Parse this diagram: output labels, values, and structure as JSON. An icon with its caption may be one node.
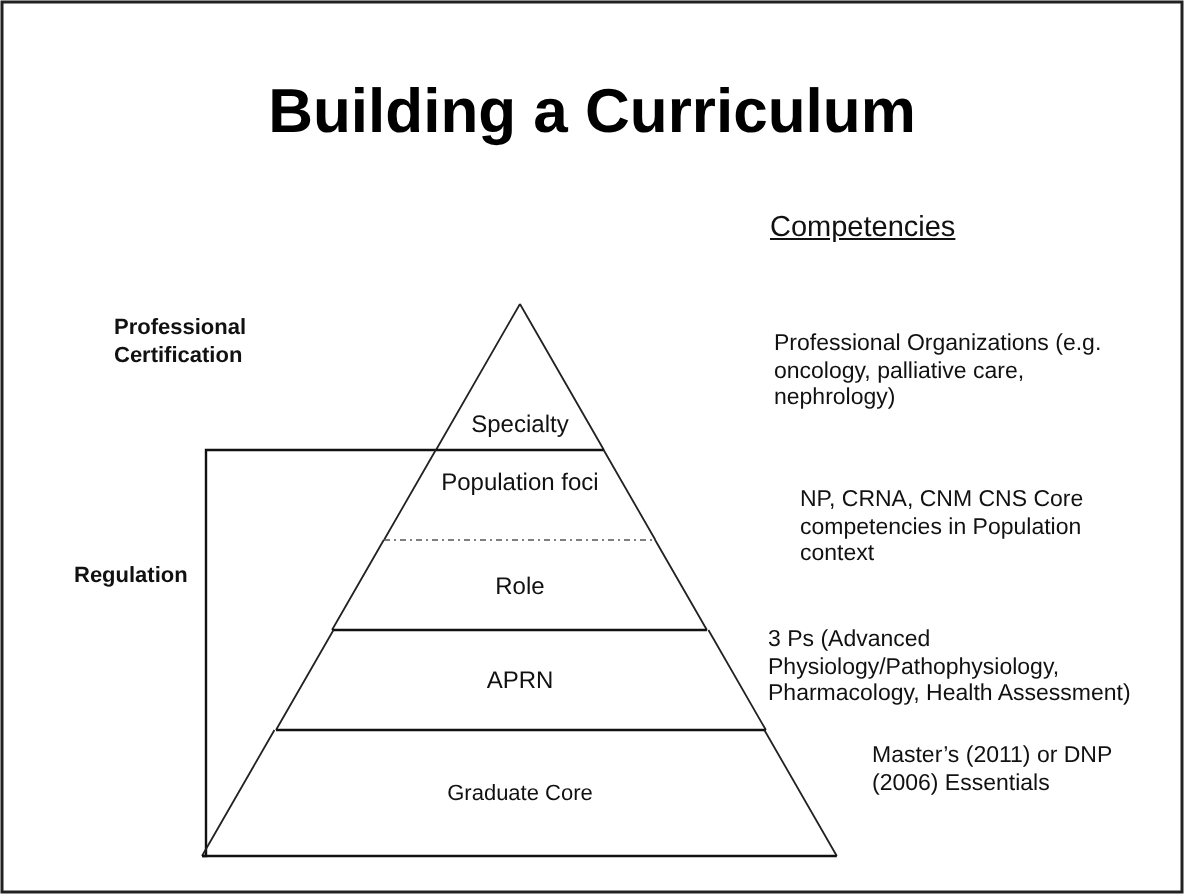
{
  "diagram": {
    "title": "Building a Curriculum",
    "nodes": [
      {
        "text": [
          "Specialty"
        ]
      },
      {
        "text": [
          "Population foci"
        ]
      },
      {
        "text": [
          "Role"
        ]
      },
      {
        "text": [
          "APRN"
        ]
      },
      {
        "text": [
          "Graduate Core"
        ]
      }
    ],
    "labels": [
      "Competencies",
      "Professional Certification",
      "Professional Organizations (e.g. oncology, palliative care, nephrology)",
      "NP, CRNA, CNM CNS Core competencies in Population context",
      "Regulation",
      "3 Ps (Advanced Physiology/Pathophysiology, Pharmacology, Health Assessment)",
      "Master’s (2011) or DNP (2006) Essentials"
    ]
  }
}
